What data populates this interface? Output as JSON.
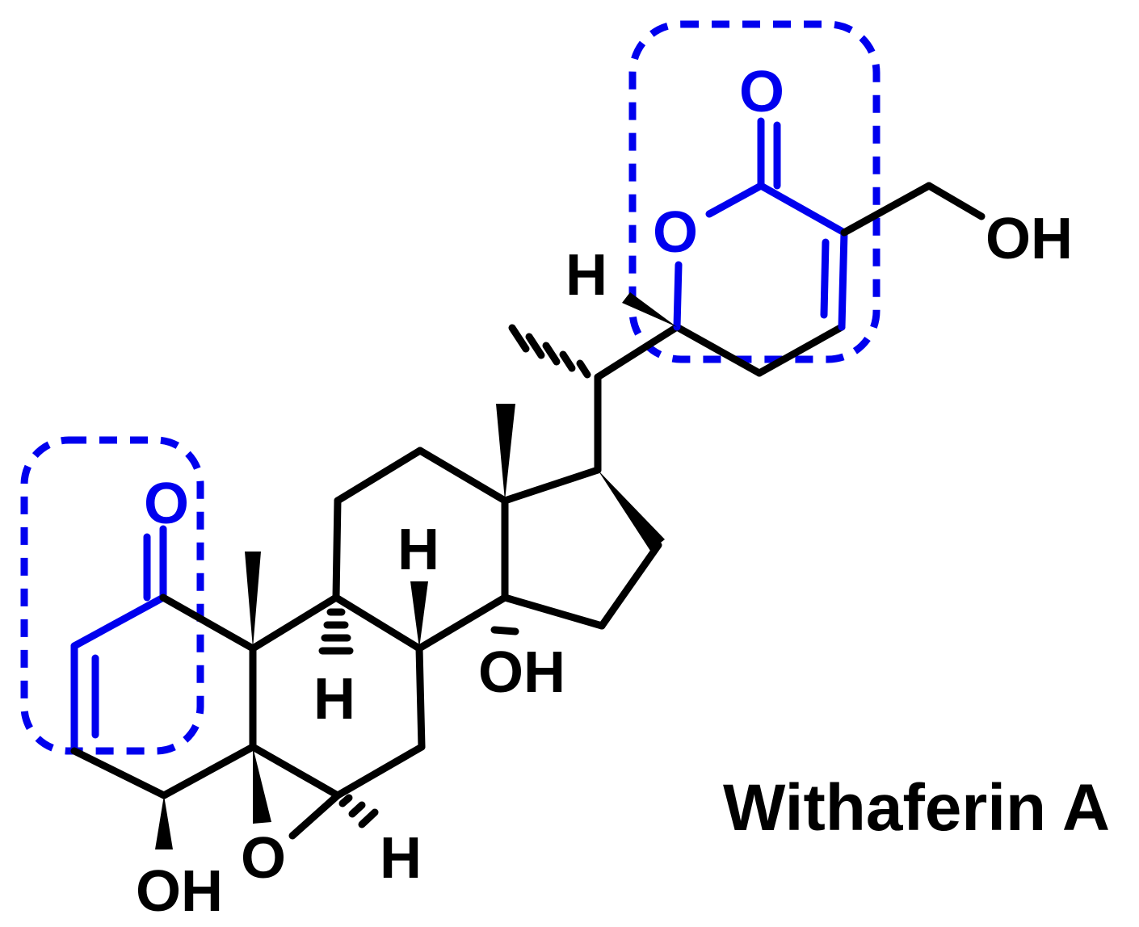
{
  "compound_name": "Withaferin A",
  "colors": {
    "bond": "#000000",
    "highlight": "#0000ee"
  },
  "atom_labels": {
    "ketone_o": "O",
    "lactone_carbonyl_o": "O",
    "lactone_ring_o": "O",
    "hydroxymethyl_oh": "OH",
    "c4_oh": "OH",
    "c14_oh": "OH",
    "epoxide_o": "O",
    "h8": "H",
    "h9": "H",
    "h22": "H",
    "h6": "H"
  }
}
